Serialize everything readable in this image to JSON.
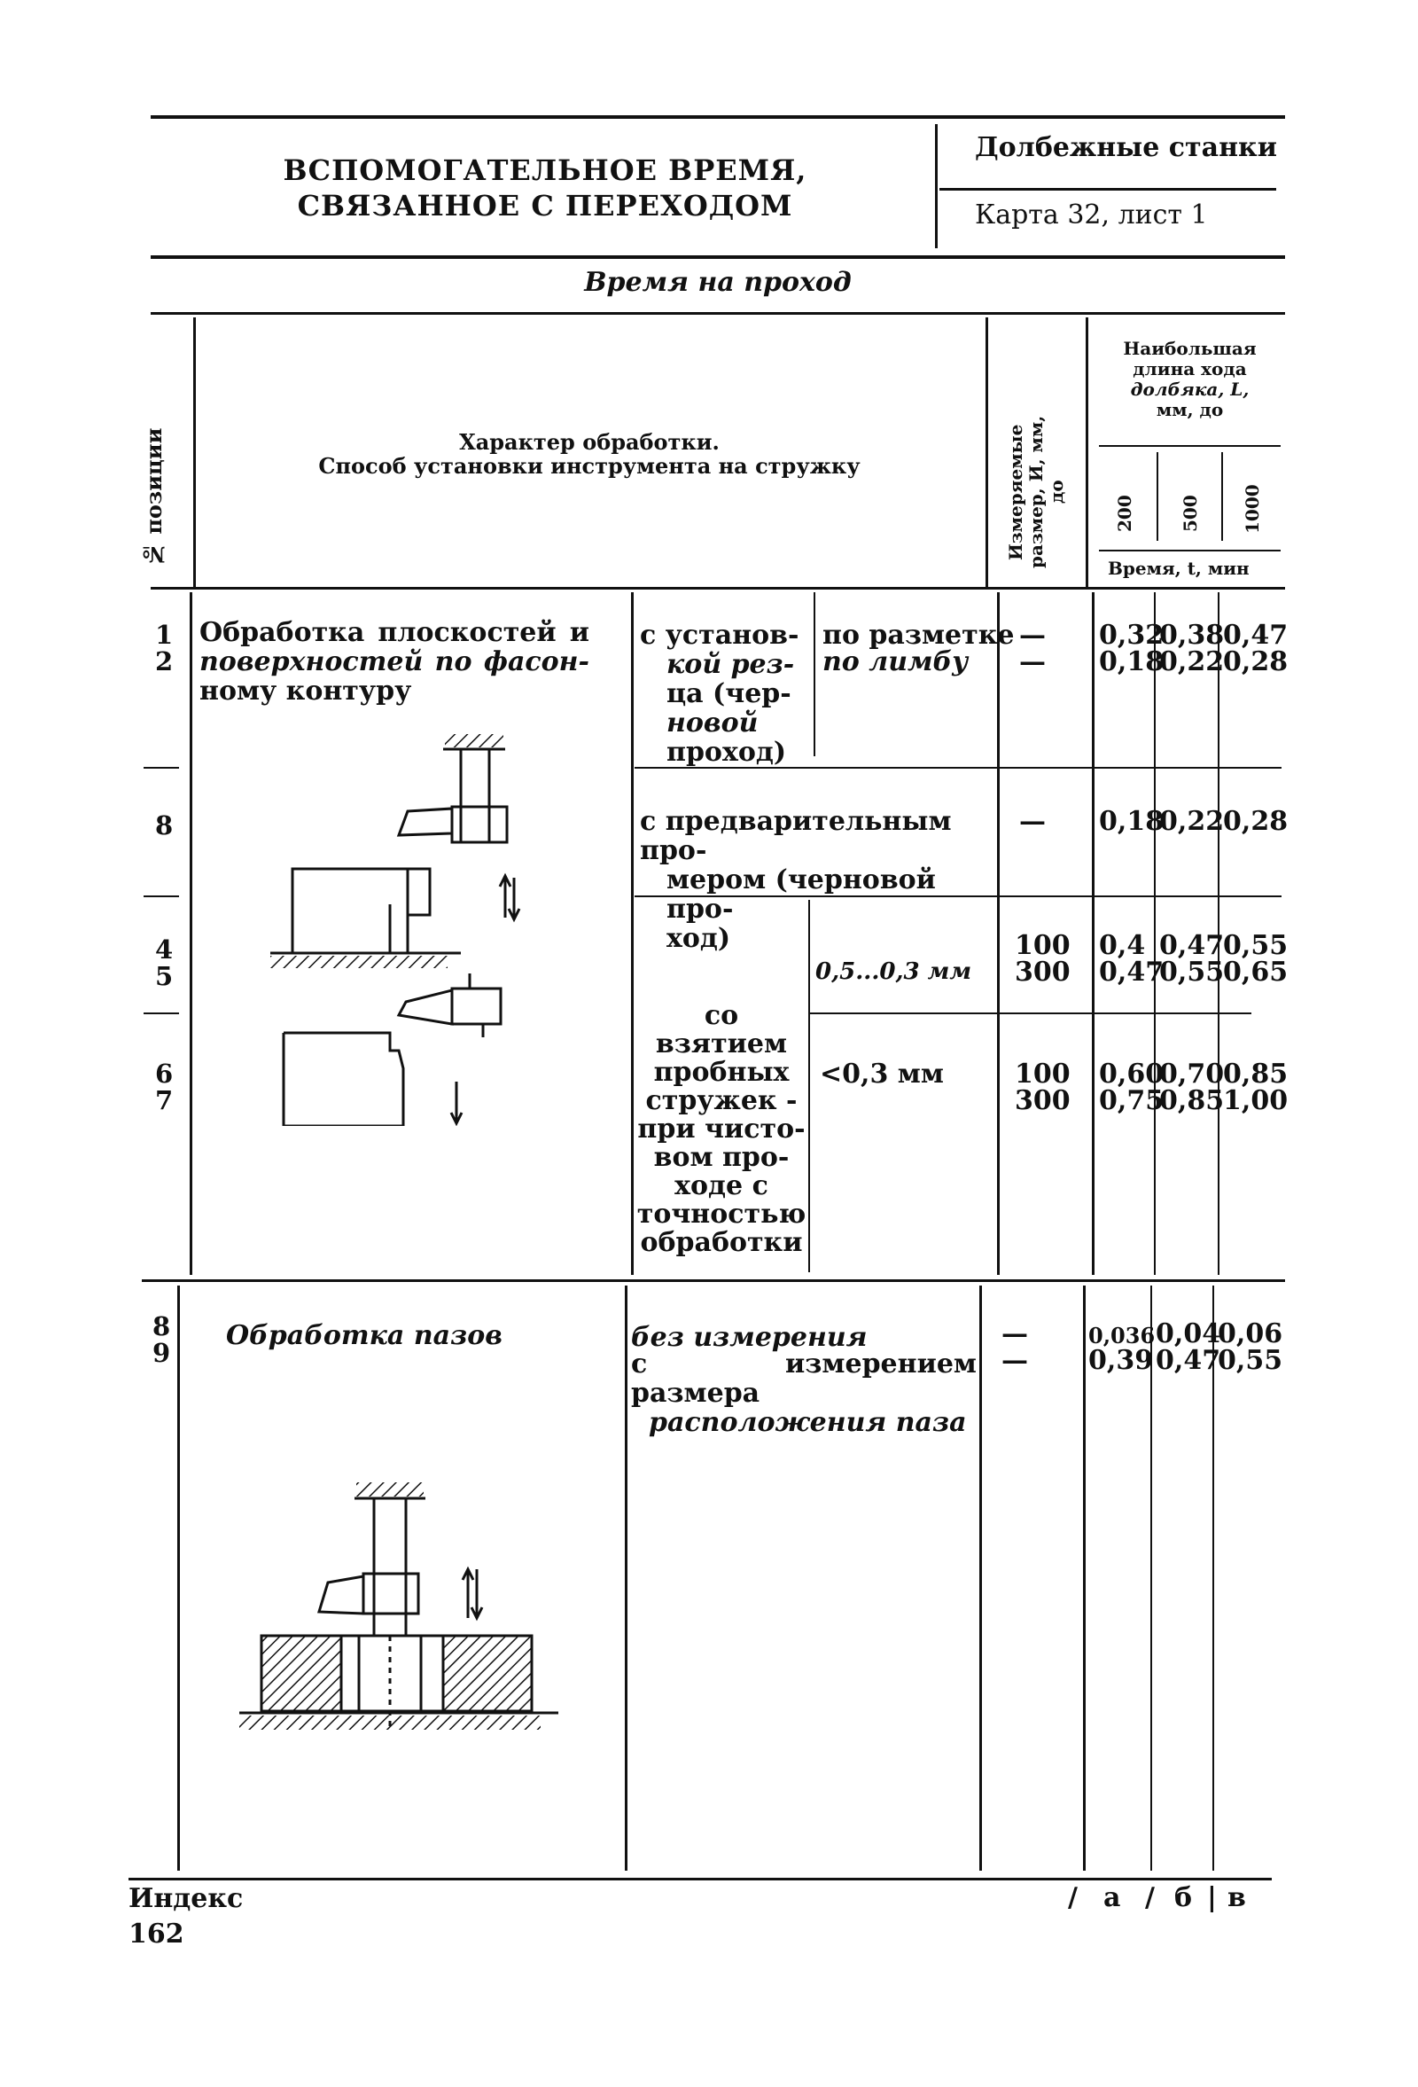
{
  "header": {
    "title_line1": "ВСПОМОГАТЕЛЬНОЕ ВРЕМЯ,",
    "title_line2": "СВЯЗАННОЕ С ПЕРЕХОДОМ",
    "machine": "Долбежные станки",
    "card": "Карта 32, лист 1"
  },
  "section_title": "Время на проход",
  "table_head": {
    "pos_col": "№ позиции",
    "desc_line1": "Характер обработки.",
    "desc_line2": "Способ установки инструмента на стружку",
    "measured": "Измеряемые размер, И, мм, до",
    "length_line1": "Наибольшая",
    "length_line2": "длина хода",
    "length_line3": "долбяка, L,",
    "length_line4": "мм, до",
    "len_200": "200",
    "len_500": "500",
    "len_1000": "1000",
    "time_label": "Время, t, мин"
  },
  "block1": {
    "title_line1": "Обработка плоскостей и",
    "title_line2": "поверхностей по фасон-",
    "title_line3": "ному контуру",
    "rows_1_2": {
      "pos1": "1",
      "pos2": "2",
      "method_line1": "с установ-",
      "method_line2": "кой рез-",
      "method_line3": "ца (чер-",
      "method_line4": "новой",
      "method_line5": "проход)",
      "by1": "по разметке",
      "by2": "по лимбу",
      "meas1": "—",
      "meas2": "—",
      "a1": "0,32",
      "b1": "0,38",
      "c1": "0,47",
      "a2": "0,18",
      "b2": "0,22",
      "c2": "0,28"
    },
    "row_3": {
      "pos": "8",
      "method_line1": "с предварительным про-",
      "method_line2": "мером (черновой про-",
      "method_line3": "ход)",
      "meas": "—",
      "a": "0,18",
      "b": "0,22",
      "c": "0,28"
    },
    "rows_4_5": {
      "pos4": "4",
      "pos5": "5",
      "tol": "0,5...0,3 мм",
      "m4": "100",
      "m5": "300",
      "a4": "0,4",
      "b4": "0,47",
      "c4": "0,55",
      "a5": "0,47",
      "b5": "0,55",
      "c5": "0,65"
    },
    "method_probe": {
      "line1": "со взятием",
      "line2": "пробных",
      "line3": "стружек -",
      "line4": "при чисто-",
      "line5": "вом про-",
      "line6": "ходе с",
      "line7": "точностью",
      "line8": "обработки"
    },
    "rows_6_7": {
      "pos6": "6",
      "pos7": "7",
      "tol": "<0,3 мм",
      "m6": "100",
      "m7": "300",
      "a6": "0,60",
      "b6": "0,70",
      "c6": "0,85",
      "a7": "0,75",
      "b7": "0,85",
      "c7": "1,00"
    }
  },
  "block2": {
    "pos8": "8",
    "pos9": "9",
    "title": "Обработка пазов",
    "method1": "без измерения",
    "method2_line1": "с измерением размера",
    "method2_line2": "расположения паза",
    "meas8": "—",
    "meas9": "—",
    "a8": "0,036",
    "b8": "0,04",
    "c8": "0,06",
    "a9": "0,39",
    "b9": "0,47",
    "c9": "0,55"
  },
  "footer": {
    "index_label": "Индекс",
    "page_number": "162",
    "col_a": "а",
    "col_b": "б",
    "col_c": "в"
  }
}
